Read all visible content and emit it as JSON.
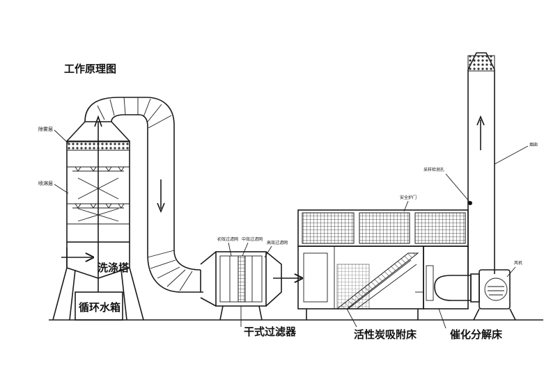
{
  "diagram": {
    "title": "工作原理图",
    "labels": {
      "washing_tower": "洗涤塔",
      "circulating_tank": "循环水箱",
      "dry_filter": "干式过滤器",
      "activated_carbon": "活性炭吸附床",
      "catalytic_bed": "催化分解床"
    },
    "small_labels": {
      "demister": "除雾层",
      "spray_layer": "喷淋层",
      "primary_filter": "初效过滤网",
      "medium_filter": "中效过滤网",
      "high_filter": "高效过滤网",
      "safety_door": "安全护门",
      "sampling_port": "采样检测孔",
      "chimney": "烟囱",
      "fan": "风机"
    }
  }
}
